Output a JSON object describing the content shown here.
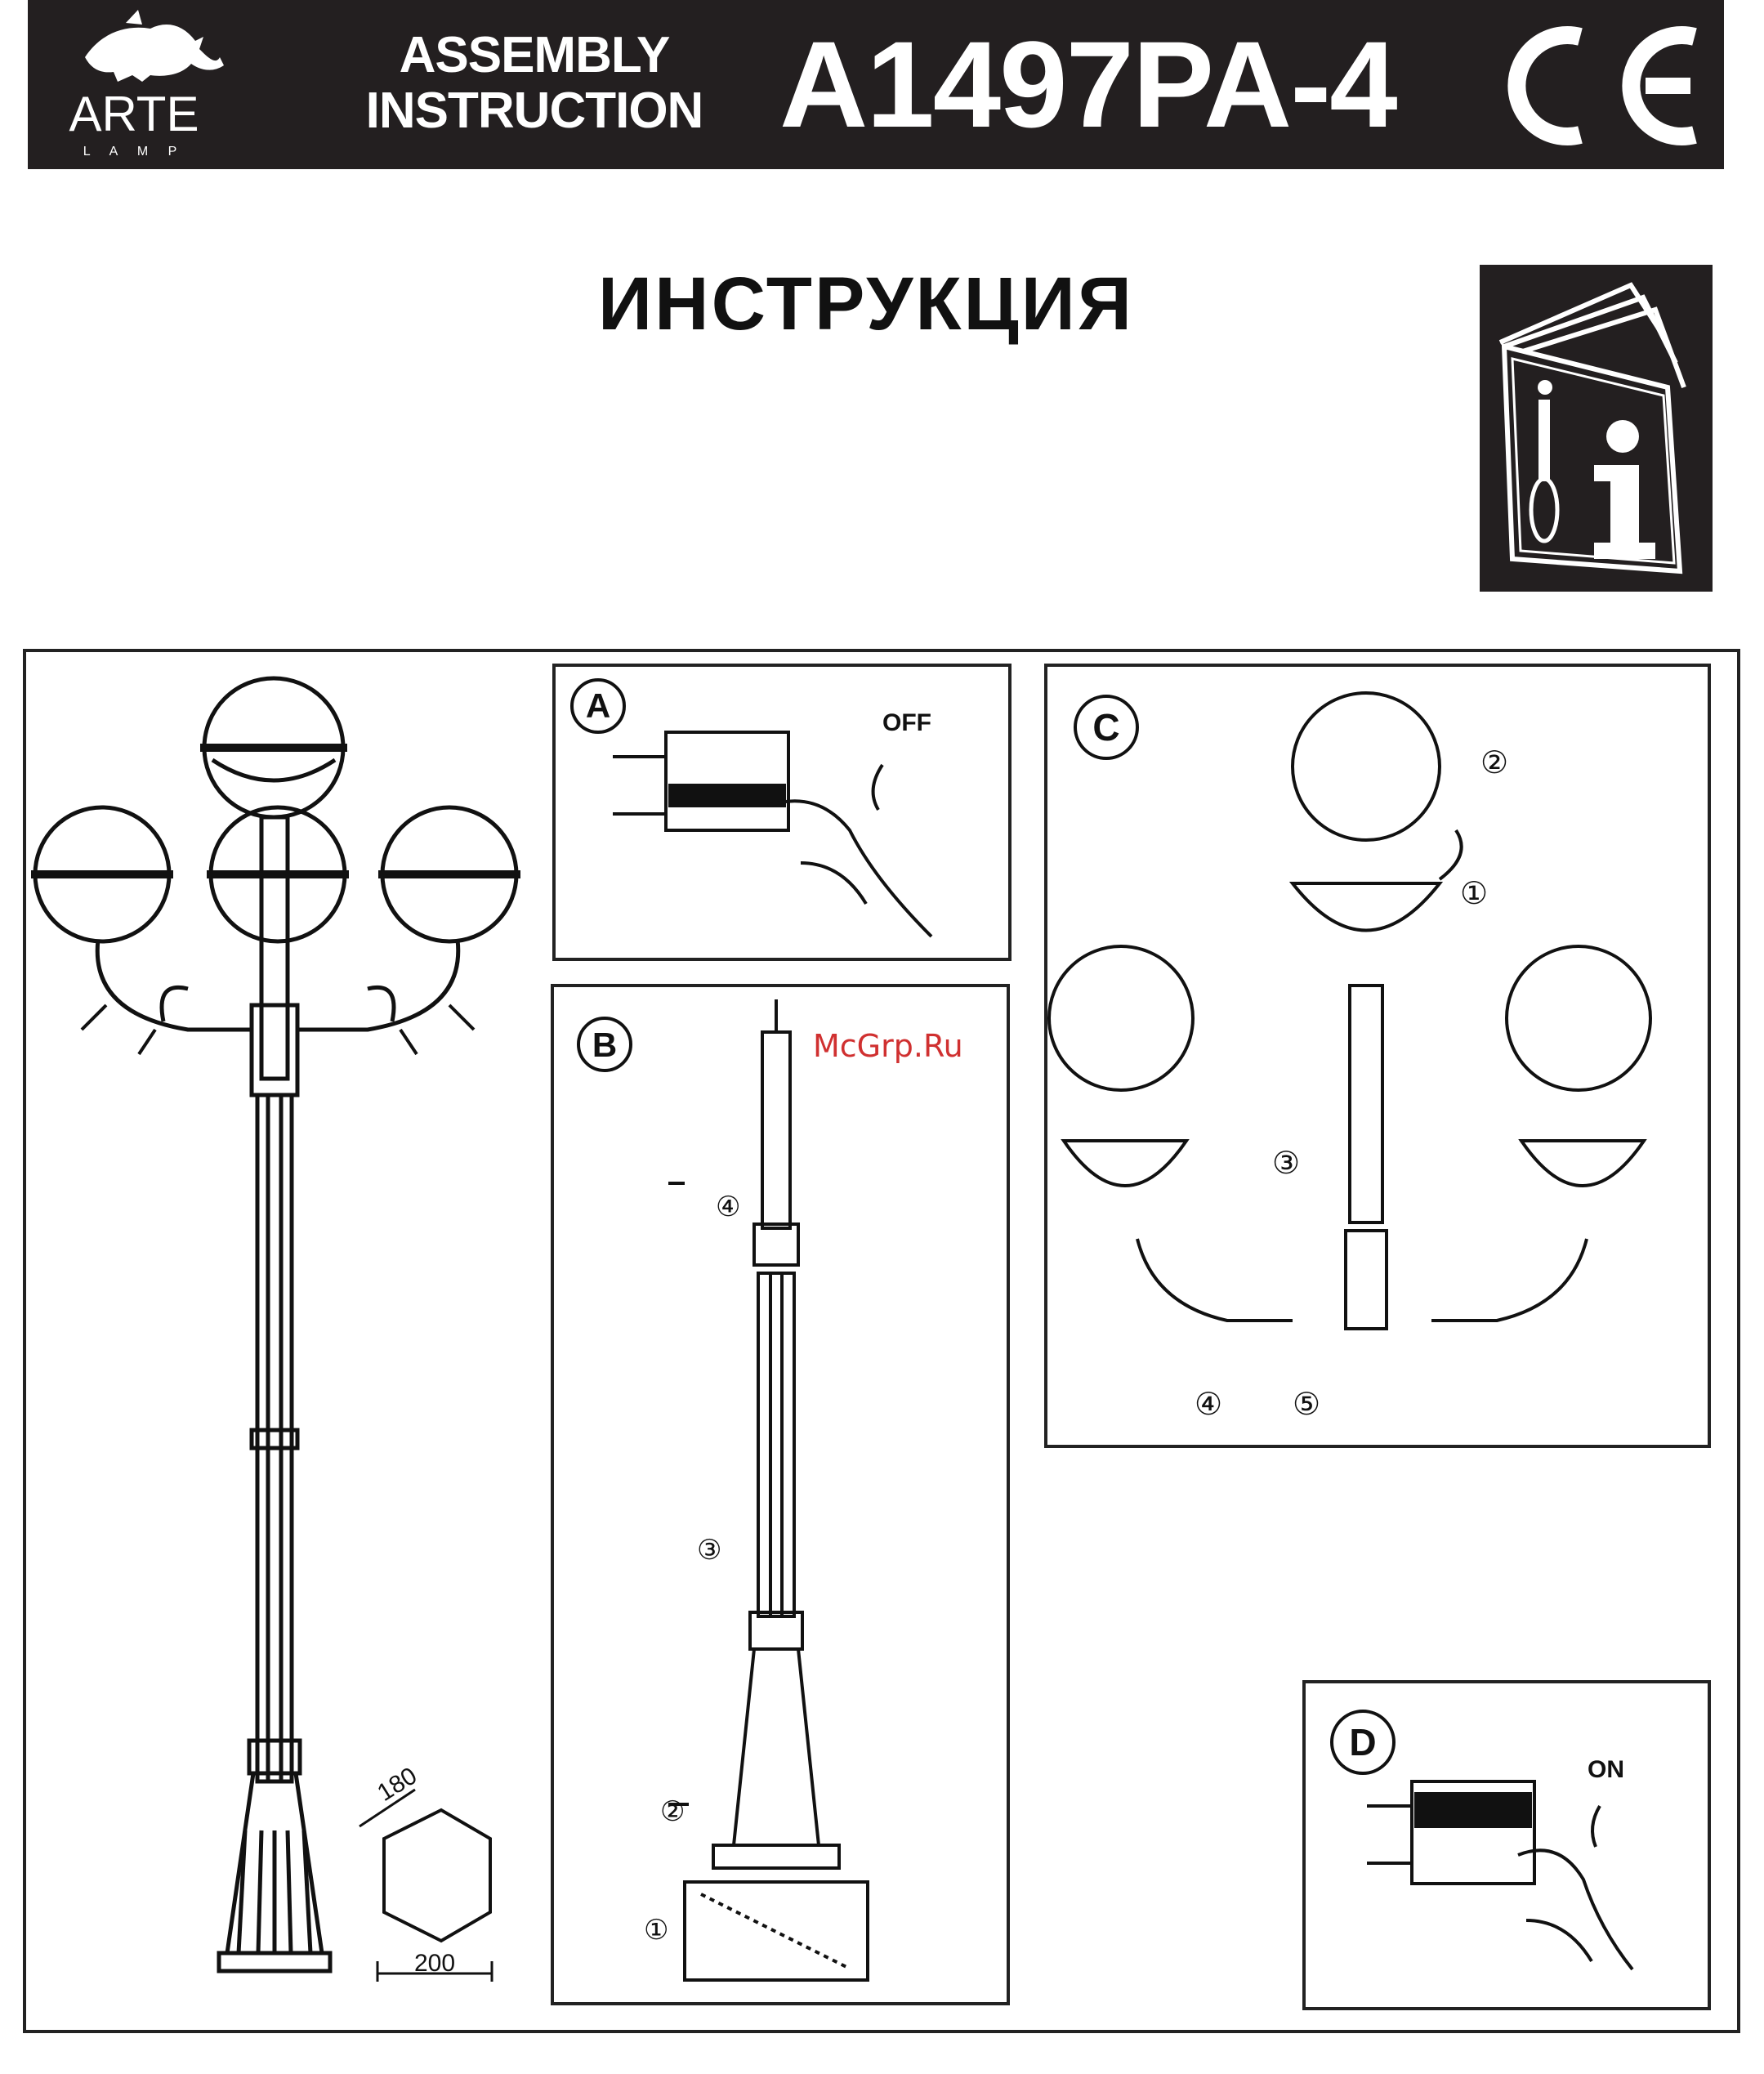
{
  "header": {
    "brand": "ARTE",
    "brand_sub": "L A M P",
    "title_line1": "ASSEMBLY",
    "title_line2": "INSTRUCTION",
    "model": "A1497PA-4",
    "certification_mark": "CE"
  },
  "heading": "ИНСТРУКЦИЯ",
  "watermark": "McGrp.Ru",
  "panels": {
    "a": {
      "label": "A",
      "switch_state": "OFF"
    },
    "b": {
      "label": "B",
      "steps": [
        "①",
        "②",
        "③",
        "④"
      ]
    },
    "c": {
      "label": "C",
      "steps": [
        "①",
        "②",
        "③",
        "④",
        "⑤"
      ]
    },
    "d": {
      "label": "D",
      "switch_state": "ON"
    }
  },
  "dimensions": {
    "top": "180",
    "bottom": "200"
  },
  "icons": [
    "lion-logo-icon",
    "info-manual-icon",
    "hand-icon",
    "circuit-breaker-icon"
  ]
}
